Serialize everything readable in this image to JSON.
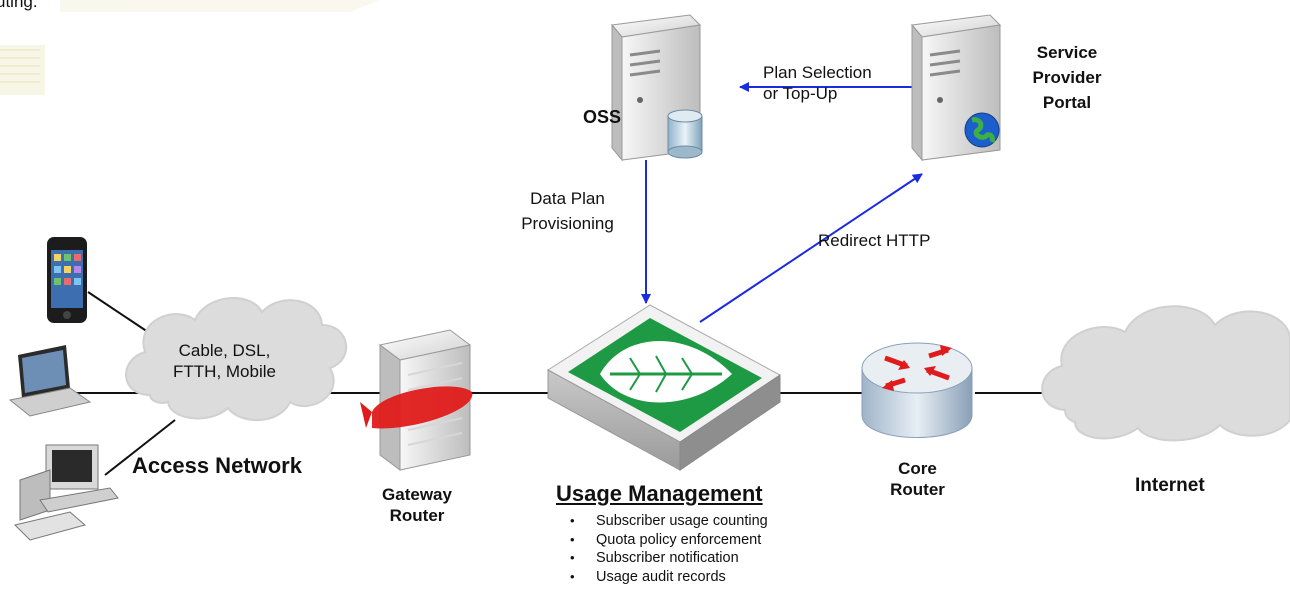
{
  "page": {
    "top_text": "uting."
  },
  "nodes": {
    "access_cloud": {
      "line1": "Cable, DSL,",
      "line2": "FTTH, Mobile"
    },
    "access_network": "Access Network",
    "gateway_router": {
      "line1": "Gateway",
      "line2": "Router"
    },
    "usage_management": {
      "title": "Usage Management",
      "features": [
        "Subscriber usage counting",
        "Quota policy enforcement",
        "Subscriber notification",
        "Usage audit records"
      ]
    },
    "core_router": {
      "line1": "Core",
      "line2": "Router"
    },
    "internet": "Internet",
    "oss": "OSS",
    "portal": {
      "line1": "Service",
      "line2": "Provider",
      "line3": "Portal"
    }
  },
  "edges": {
    "plan_selection": {
      "line1": "Plan Selection",
      "line2": "or Top-Up"
    },
    "data_plan": {
      "line1": "Data Plan",
      "line2": "Provisioning"
    },
    "redirect": "Redirect HTTP"
  },
  "colors": {
    "arrow": "#1b2be0",
    "link": "#111111",
    "cloud": "#dcdcdc",
    "leaf_green": "#1d9a43",
    "router_red": "#e01b1b",
    "server_gray": "#e6e6e6",
    "globe_blue": "#1c5fcc"
  }
}
